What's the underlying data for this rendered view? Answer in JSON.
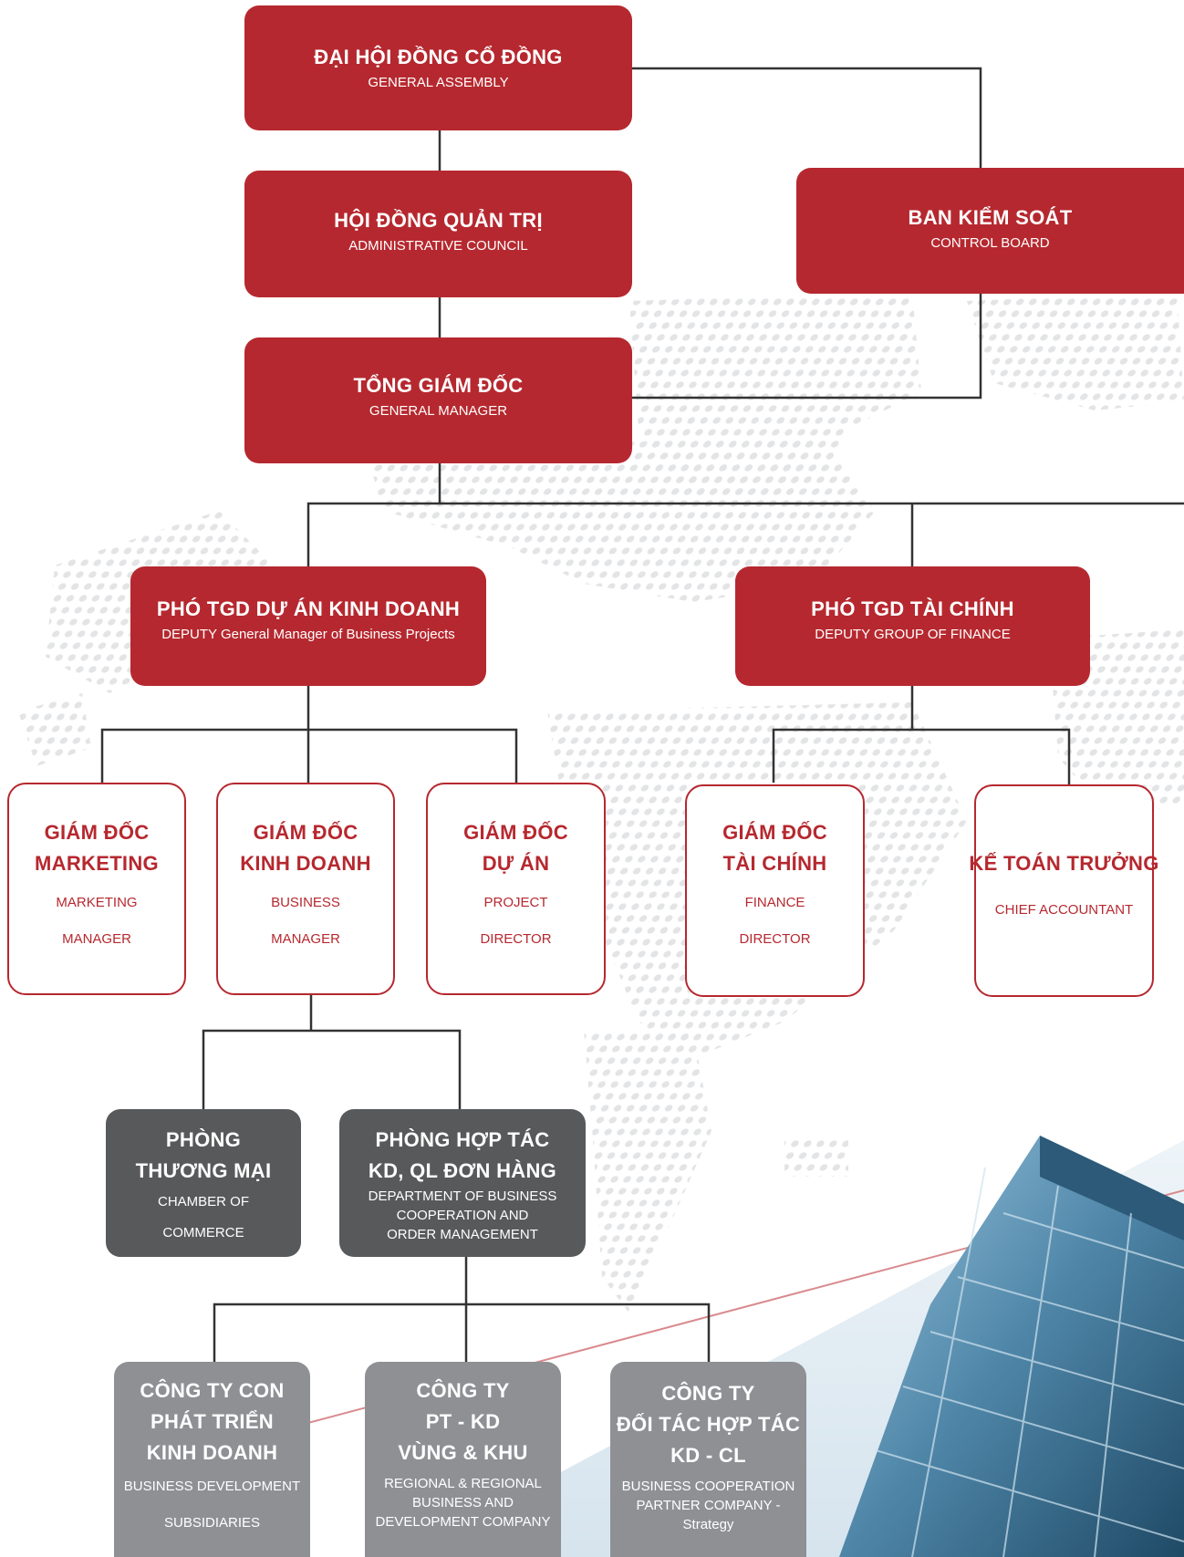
{
  "colors": {
    "accent": "#b6282f",
    "dark_box": "#58595b",
    "grey_box": "#8e9094",
    "connector": "#333333"
  },
  "nodes": {
    "general_assembly": {
      "vi": "ĐẠI HỘI ĐỒNG CỔ ĐỒNG",
      "en": "GENERAL ASSEMBLY"
    },
    "admin_council": {
      "vi": "HỘI ĐỒNG QUẢN TRỊ",
      "en": "ADMINISTRATIVE COUNCIL"
    },
    "control_board": {
      "vi": "BAN KIỂM SOÁT",
      "en": "CONTROL BOARD"
    },
    "general_manager": {
      "vi": "TỔNG GIÁM ĐỐC",
      "en": "GENERAL MANAGER"
    },
    "deputy_business": {
      "vi": "PHÓ TGD DỰ ÁN KINH DOANH",
      "en": "DEPUTY General Manager of Business Projects"
    },
    "deputy_finance": {
      "vi": "PHÓ TGD TÀI CHÍNH",
      "en": "DEPUTY GROUP OF FINANCE"
    },
    "marketing_director": {
      "vi_1": "GIÁM ĐỐC",
      "vi_2": "MARKETING",
      "en_1": "MARKETING",
      "en_2": "MANAGER"
    },
    "business_director": {
      "vi_1": "GIÁM ĐỐC",
      "vi_2": "KINH DOANH",
      "en_1": "BUSINESS",
      "en_2": "MANAGER"
    },
    "project_director": {
      "vi_1": "GIÁM ĐỐC",
      "vi_2": "DỰ ÁN",
      "en_1": "PROJECT",
      "en_2": "DIRECTOR"
    },
    "finance_director": {
      "vi_1": "GIÁM ĐỐC",
      "vi_2": "TÀI CHÍNH",
      "en_1": "FINANCE",
      "en_2": "DIRECTOR"
    },
    "chief_accountant": {
      "vi": "KẾ TOÁN TRƯỞNG",
      "en": "CHIEF ACCOUNTANT"
    },
    "chamber_commerce": {
      "vi_1": "PHÒNG",
      "vi_2": "THƯƠNG MẠI",
      "en_1": "CHAMBER OF",
      "en_2": "COMMERCE"
    },
    "cooperation_dept": {
      "vi_1": "PHÒNG HỢP TÁC",
      "vi_2": "KD, QL ĐƠN HÀNG",
      "en": "DEPARTMENT OF BUSINESS\nCOOPERATION AND\nORDER MANAGEMENT"
    },
    "subsidiaries": {
      "vi_1": "CÔNG TY CON",
      "vi_2": "PHÁT TRIỂN",
      "vi_3": "KINH DOANH",
      "en_1": "BUSINESS DEVELOPMENT",
      "en_2": "SUBSIDIARIES"
    },
    "regional_company": {
      "vi_1": "CÔNG TY",
      "vi_2": "PT - KD",
      "vi_3": "VÙNG & KHU",
      "en": "REGIONAL & REGIONAL\nBUSINESS AND\nDEVELOPMENT COMPANY"
    },
    "partner_company": {
      "vi_1": "CÔNG TY",
      "vi_2": "ĐỐI TÁC HỢP TÁC",
      "vi_3": "KD - CL",
      "en": "BUSINESS COOPERATION\nPARTNER COMPANY -\nStrategy"
    }
  }
}
